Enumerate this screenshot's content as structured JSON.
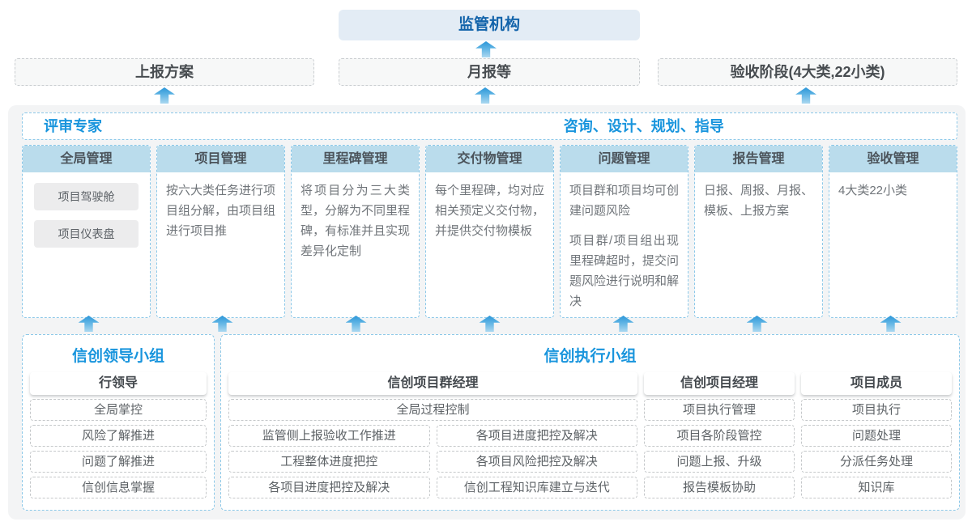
{
  "top": {
    "regulator": "监管机构",
    "outputs": [
      "上报方案",
      "月报等",
      "验收阶段(4大类,22小类)"
    ]
  },
  "panel": {
    "experts_label": "评审专家",
    "consult_label": "咨询、设计、规划、指导",
    "columns": [
      {
        "header": "全局管理",
        "pills": [
          "项目驾驶舱",
          "项目仪表盘"
        ]
      },
      {
        "header": "项目管理",
        "text": "按六大类任务进行项目组分解，由项目组进行项目推"
      },
      {
        "header": "里程碑管理",
        "text": "将项目分为三大类型，分解为不同里程碑，有标准并且实现差异化定制"
      },
      {
        "header": "交付物管理",
        "text": "每个里程碑，均对应相关预定义交付物，并提供交付物模板"
      },
      {
        "header": "问题管理",
        "text1": "项目群和项目均可创建问题风险",
        "text2": "项目群/项目组出现里程碑超时，提交问题风险进行说明和解决"
      },
      {
        "header": "报告管理",
        "text": "日报、周报、月报、模板、上报方案"
      },
      {
        "header": "验收管理",
        "text": "4大类22小类"
      }
    ]
  },
  "lead_group": {
    "title": "信创领导小组",
    "role": "行领导",
    "items": [
      "全局掌控",
      "风险了解推进",
      "问题了解推进",
      "信创信息掌握"
    ]
  },
  "exec_group": {
    "title": "信创执行小组",
    "pm_group": {
      "role": "信创项目群经理",
      "full_item": "全局过程控制",
      "items": [
        "监管侧上报验收工作推进",
        "各项目进度把控及解决",
        "工程整体进度把控",
        "各项目风险把控及解决",
        "各项目进度把控及解决",
        "信创工程知识库建立与迭代"
      ]
    },
    "pm": {
      "role": "信创项目经理",
      "items": [
        "项目执行管理",
        "项目各阶段管控",
        "问题上报、升级",
        "报告模板协助"
      ]
    },
    "member": {
      "role": "项目成员",
      "items": [
        "项目执行",
        "问题处理",
        "分派任务处理",
        "知识库"
      ]
    }
  },
  "colors": {
    "accent_blue": "#1995dd",
    "dark_blue": "#1263aa",
    "dashed_blue_border": "#8cc8e8",
    "column_header_fill": "#badcec",
    "regulator_fill": "#e3ecf5",
    "panel_fill": "#f3f4f5",
    "arrow_top": "#2b96d8",
    "arrow_bottom": "#abd8f0"
  }
}
